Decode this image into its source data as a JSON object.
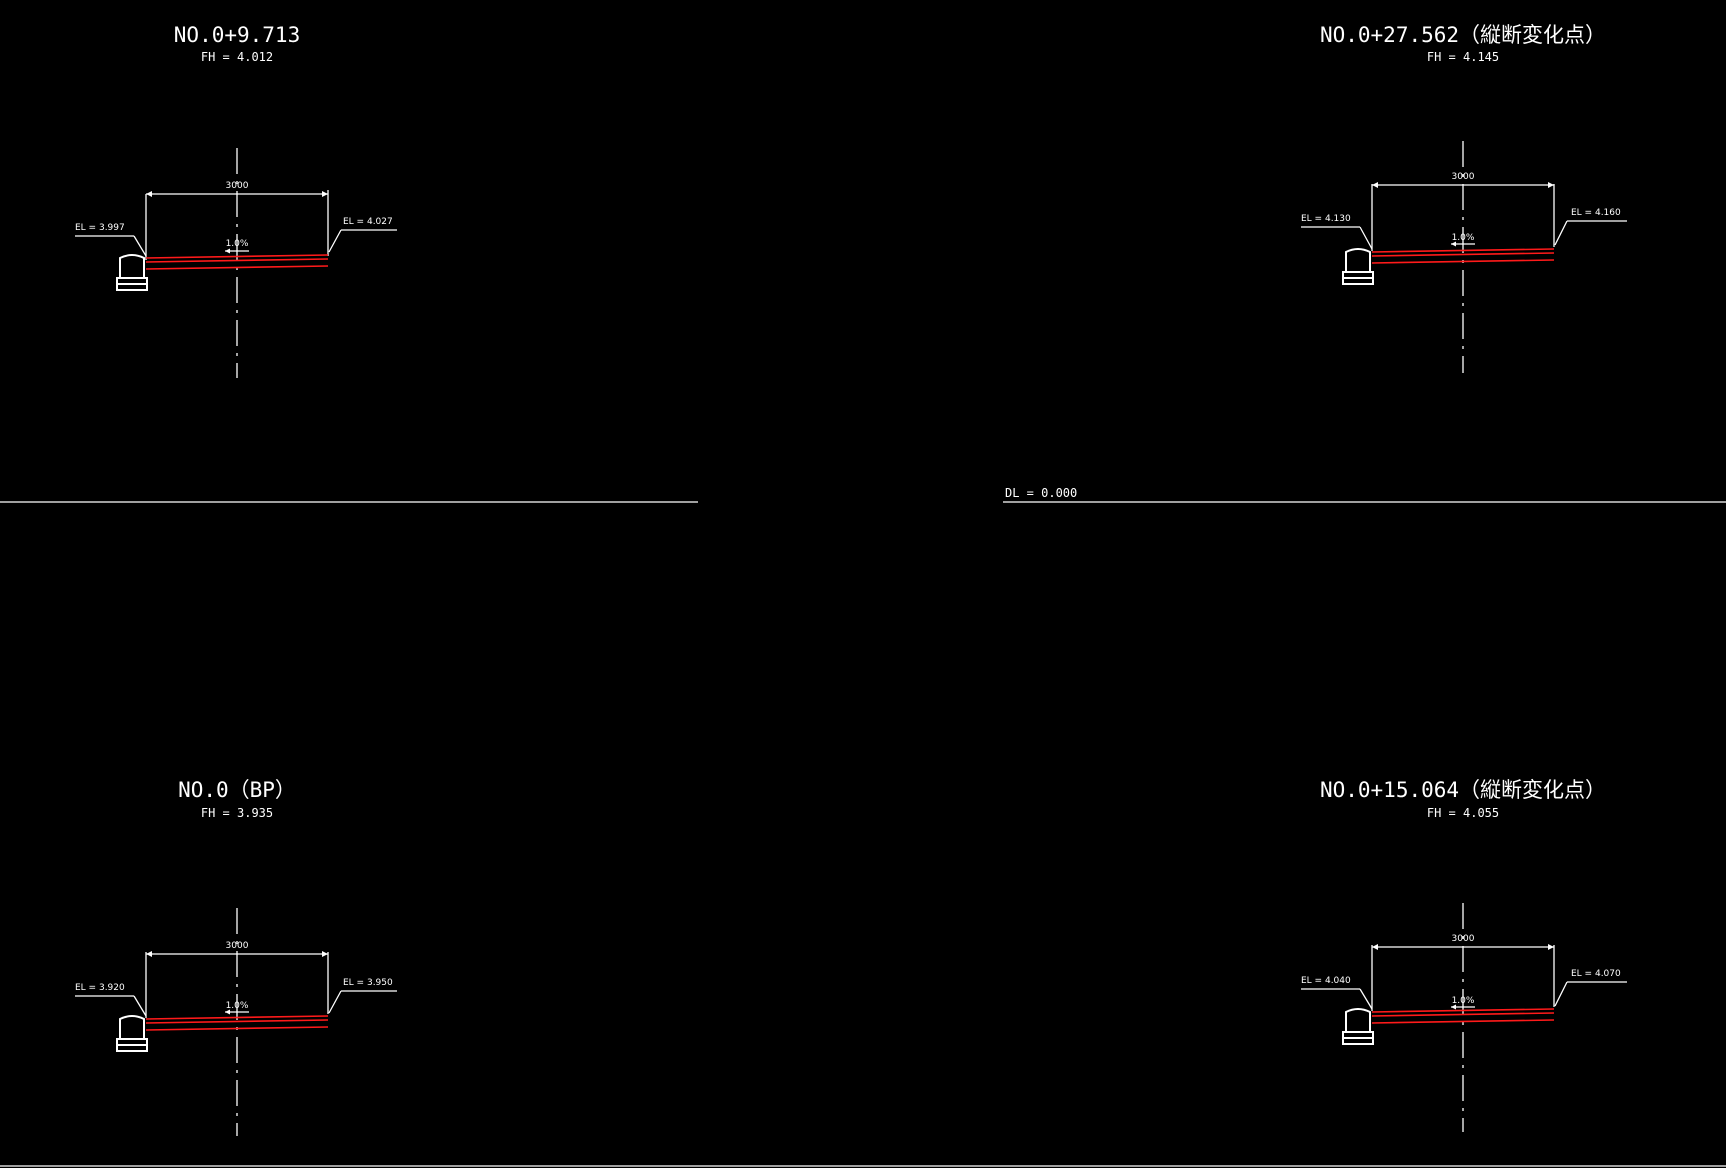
{
  "sections": [
    {
      "id": "s-9713",
      "title": "NO.0+9.713",
      "fh": "FH = 4.012",
      "width_label": "3000",
      "slope_label": "1.0%",
      "el_left": "EL = 3.997",
      "el_right": "EL = 4.027"
    },
    {
      "id": "s-27562",
      "title": "NO.0+27.562（縦断変化点）",
      "fh": "FH = 4.145",
      "width_label": "3000",
      "slope_label": "1.0%",
      "el_left": "EL = 4.130",
      "el_right": "EL = 4.160"
    },
    {
      "id": "s-bp",
      "title": "NO.0（BP）",
      "fh": "FH = 3.935",
      "width_label": "3000",
      "slope_label": "1.0%",
      "el_left": "EL = 3.920",
      "el_right": "EL = 3.950"
    },
    {
      "id": "s-15064",
      "title": "NO.0+15.064（縦断変化点）",
      "fh": "FH = 4.055",
      "width_label": "3000",
      "slope_label": "1.0%",
      "el_left": "EL = 4.040",
      "el_right": "EL = 4.070"
    }
  ],
  "datum_label": "DL = 0.000",
  "colors": {
    "background": "#000000",
    "lines": "#ffffff",
    "pavement": "#ff1a1a"
  }
}
